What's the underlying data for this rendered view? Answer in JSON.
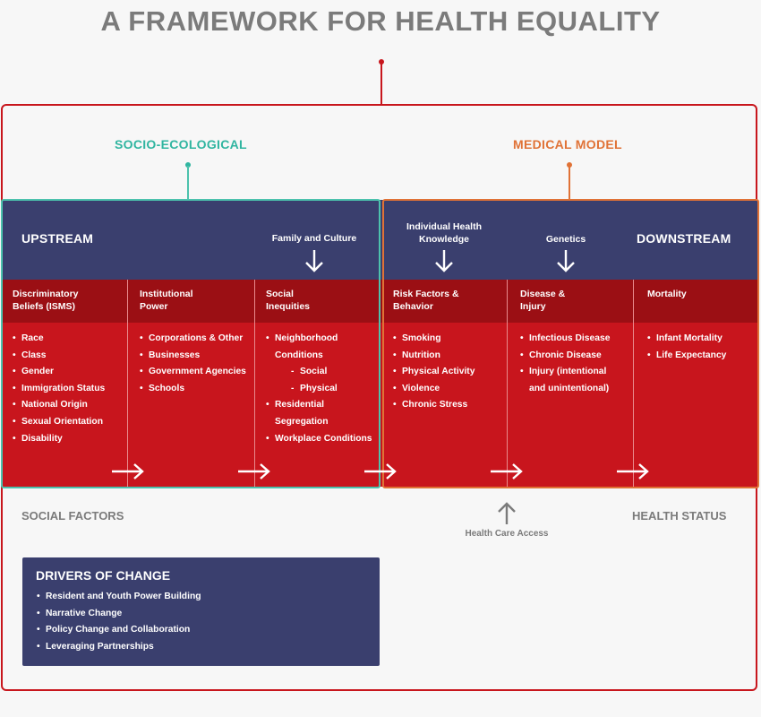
{
  "title": "A FRAMEWORK FOR HEALTH EQUALITY",
  "colors": {
    "navy": "#3a3f6e",
    "maroon": "#9b0f14",
    "red": "#c8151d",
    "teal": "#30b5a0",
    "orange": "#e07236",
    "gray": "#7b7b7b"
  },
  "sections": {
    "socio": "SOCIO-ECOLOGICAL",
    "medical": "MEDICAL MODEL"
  },
  "header": {
    "upstream": "UPSTREAM",
    "downstream": "DOWNSTREAM",
    "family_culture": "Family and Culture",
    "individual_knowledge": "Individual Health Knowledge",
    "genetics": "Genetics"
  },
  "columns": [
    {
      "heading": "Discriminatory Beliefs (ISMS)",
      "items": [
        "Race",
        "Class",
        "Gender",
        "Immigration Status",
        "National Origin",
        "Sexual Orientation",
        "Disability"
      ]
    },
    {
      "heading": "Institutional Power",
      "items": [
        "Corporations & Other",
        "Businesses",
        "Government Agencies",
        "Schools"
      ]
    },
    {
      "heading": "Social Inequities",
      "items": [
        "Neighborhood",
        "Conditions",
        "Social",
        "Physical",
        "Residential",
        "Segregation",
        "Workplace Conditions"
      ]
    },
    {
      "heading": "Risk Factors & Behavior",
      "items": [
        "Smoking",
        "Nutrition",
        "Physical Activity",
        "Violence",
        "Chronic Stress"
      ]
    },
    {
      "heading": "Disease & Injury",
      "items": [
        "Infectious Disease",
        "Chronic Disease",
        "Injury (intentional",
        "and unintentional)"
      ]
    },
    {
      "heading": "Mortality",
      "items": [
        "Infant Mortality",
        "Life Expectancy"
      ]
    }
  ],
  "footer": {
    "social_factors": "SOCIAL FACTORS",
    "health_status": "HEALTH STATUS",
    "health_care_access": "Health Care Access"
  },
  "drivers": {
    "title": "DRIVERS OF CHANGE",
    "items": [
      "Resident and Youth Power Building",
      "Narrative Change",
      "Policy Change and Collaboration",
      "Leveraging Partnerships"
    ]
  }
}
